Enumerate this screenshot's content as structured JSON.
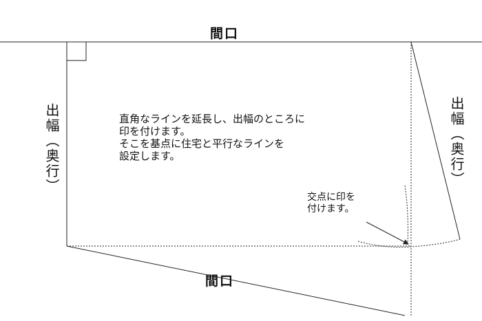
{
  "labels": {
    "top_frontage": "間口",
    "bottom_frontage": "間口",
    "left_depth": "出幅（奥行）",
    "right_depth": "出幅（奥行）"
  },
  "notes": {
    "main": [
      "直角なラインを延長し、出幅のところに",
      "印を付けます。",
      "そこを基点に住宅と平行なラインを",
      "設定します。"
    ],
    "intersection": [
      "交点に印を",
      "付けます。"
    ]
  },
  "colors": {
    "line": "#222222",
    "background": "#ffffff"
  }
}
